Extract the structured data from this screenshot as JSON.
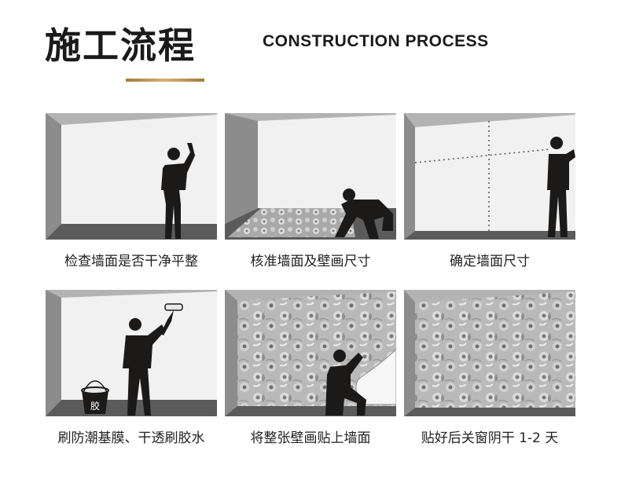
{
  "header": {
    "title_cn": "施工流程",
    "title_en": "CONSTRUCTION PROCESS"
  },
  "colors": {
    "accent_gold": "#c29a5a",
    "silhouette": "#1c1a19",
    "wall": "#f1f1f1",
    "side_wall": "#8c8c8c",
    "floor": "#5b5b5b"
  },
  "steps": [
    {
      "label": "检查墙面是否干净平整"
    },
    {
      "label": "核准墙面及壁画尺寸"
    },
    {
      "label": "确定墙面尺寸"
    },
    {
      "label": "刷防潮基膜、干透刷胶水",
      "bucket_text": "胶"
    },
    {
      "label": "将整张壁画贴上墙面"
    },
    {
      "label": "贴好后关窗阴干 1-2 天"
    }
  ]
}
